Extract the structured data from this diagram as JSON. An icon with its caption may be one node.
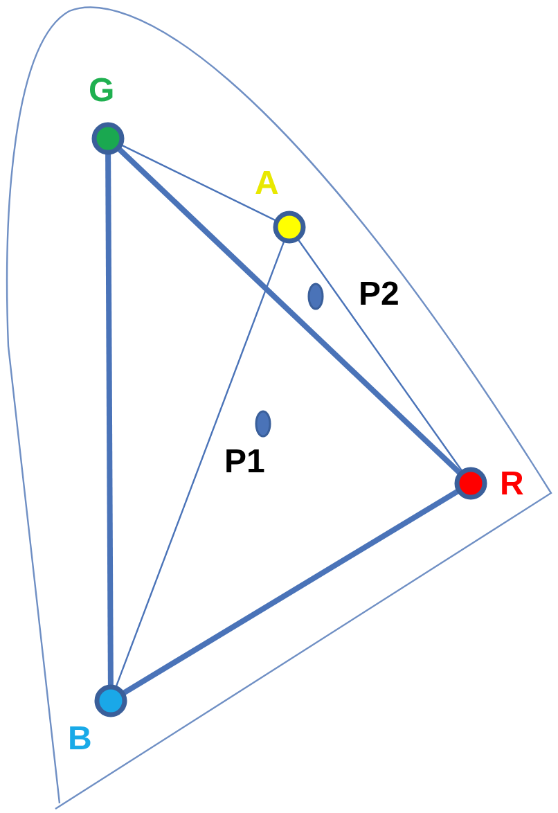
{
  "diagram": {
    "nodes": [
      {
        "text": [
          "G"
        ]
      },
      {
        "text": [
          "A"
        ]
      },
      {
        "text": [
          "P2"
        ]
      },
      {
        "text": [
          "P1"
        ]
      },
      {
        "text": [
          "R"
        ]
      },
      {
        "text": [
          "B"
        ]
      }
    ],
    "edges": [
      {
        "from": 0,
        "to": 4,
        "arrow": "none",
        "style": "thick"
      },
      {
        "from": 0,
        "to": 5,
        "arrow": "none",
        "style": "thick"
      },
      {
        "from": 5,
        "to": 4,
        "arrow": "none",
        "style": "thick"
      },
      {
        "from": 0,
        "to": 1,
        "arrow": "none"
      },
      {
        "from": 1,
        "to": 4,
        "arrow": "none"
      },
      {
        "from": 5,
        "to": 1,
        "arrow": "none"
      }
    ]
  }
}
